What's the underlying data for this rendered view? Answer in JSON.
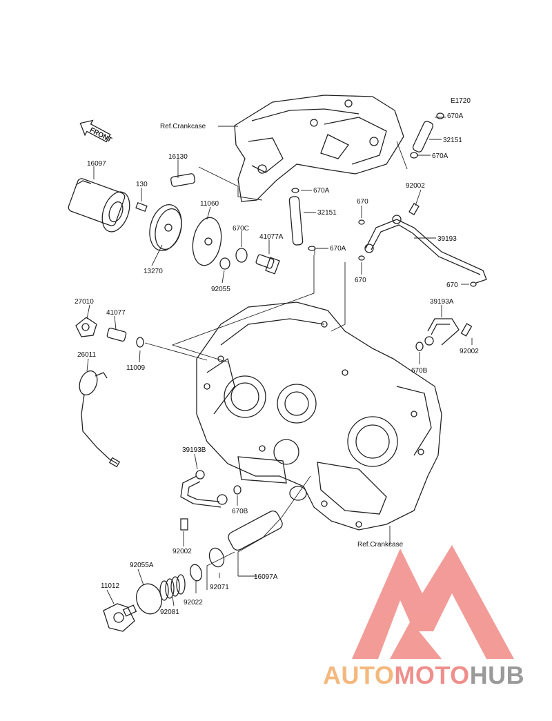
{
  "diagram": {
    "code": "E1720",
    "ref_top": "Ref.Crankcase",
    "ref_bottom": "Ref.Crankcase",
    "front_label": "FRONT",
    "parts": {
      "p16097": "16097",
      "p130": "130",
      "p13270": "13270",
      "p16130": "16130",
      "p11060": "11060",
      "p670C": "670C",
      "p41077A": "41077A",
      "p92055": "92055",
      "p670A_1": "670A",
      "p32151_1": "32151",
      "p670A_2": "670A",
      "p670A_3": "670A",
      "p32151_2": "32151",
      "p670A_4": "670A",
      "p92002_1": "92002",
      "p670_1": "670",
      "p39193": "39193",
      "p670_2": "670",
      "p670_3": "670",
      "p27010": "27010",
      "p41077": "41077",
      "p11009": "11009",
      "p26011": "26011",
      "p39193A": "39193A",
      "p92002_2": "92002",
      "p670B_1": "670B",
      "p39193B": "39193B",
      "p670B_2": "670B",
      "p92002_3": "92002",
      "p92071": "92071",
      "p16097A": "16097A",
      "p92055A": "92055A",
      "p11012": "11012",
      "p92081": "92081",
      "p92022": "92022"
    }
  },
  "watermark": {
    "part1": "AUTO",
    "part2": "MOTO",
    "part3": "HUB",
    "color1": "#f4b87e",
    "color2": "#ef8f8c",
    "color3": "#9a9a9a",
    "logo_color": "#f08a86"
  }
}
